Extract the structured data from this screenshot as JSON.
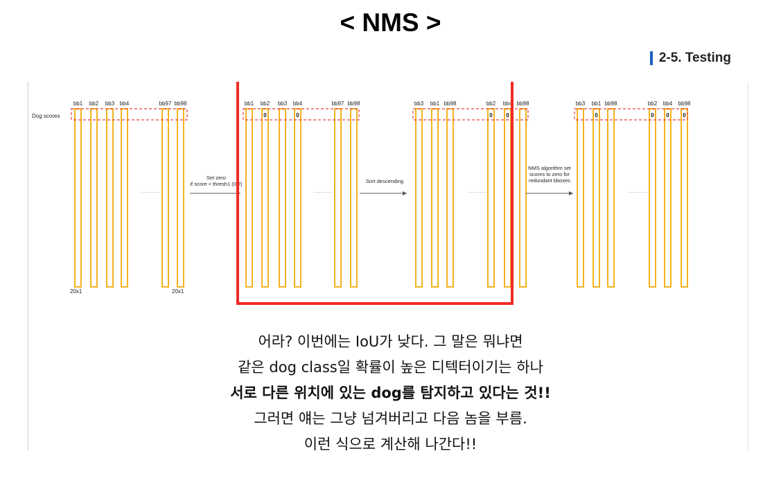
{
  "title": "< NMS >",
  "section": "2-5. Testing",
  "diagram": {
    "row_label": "Dog scores",
    "dim_label": "20x1",
    "dots": "........",
    "stages": [
      {
        "labels": [
          "bb1",
          "bb2",
          "bb3",
          "bb4",
          "bb97",
          "bb98"
        ],
        "zero": []
      },
      {
        "labels": [
          "bb1",
          "bb2",
          "bb3",
          "bb4",
          "bb97",
          "bb98"
        ],
        "zero": [
          "0",
          "0"
        ]
      },
      {
        "labels": [
          "bb3",
          "bb1",
          "bb98",
          "bb2",
          "bb4",
          "bb98"
        ],
        "zero": [
          "0",
          "0"
        ]
      },
      {
        "labels": [
          "bb3",
          "bb1",
          "bb98",
          "bb2",
          "bb4",
          "bb98"
        ],
        "zero": [
          "0",
          "0",
          "0",
          "0"
        ]
      }
    ],
    "steps": [
      {
        "lines": [
          "Set zero",
          "if score < thresh1 (0.2)"
        ]
      },
      {
        "lines": [
          "Sort descending"
        ]
      },
      {
        "lines": [
          "NMS algorithm set",
          "scores to zero for",
          "redundant bboxes"
        ]
      }
    ],
    "colors": {
      "bar": "#f5b21e",
      "dashed": "#e8413c",
      "highlight": "#f22a25"
    }
  },
  "caption": [
    "어라? 이번에는 IoU가 낮다. 그 말은 뭐냐면",
    "같은 dog class일 확률이 높은 디텍터이기는 하나",
    "서로 다른 위치에 있는 dog를 탐지하고 있다는 것!!",
    "그러면 얘는 그냥 넘겨버리고 다음 놈을 부름.",
    "이런 식으로 계산해 나간다!!"
  ]
}
